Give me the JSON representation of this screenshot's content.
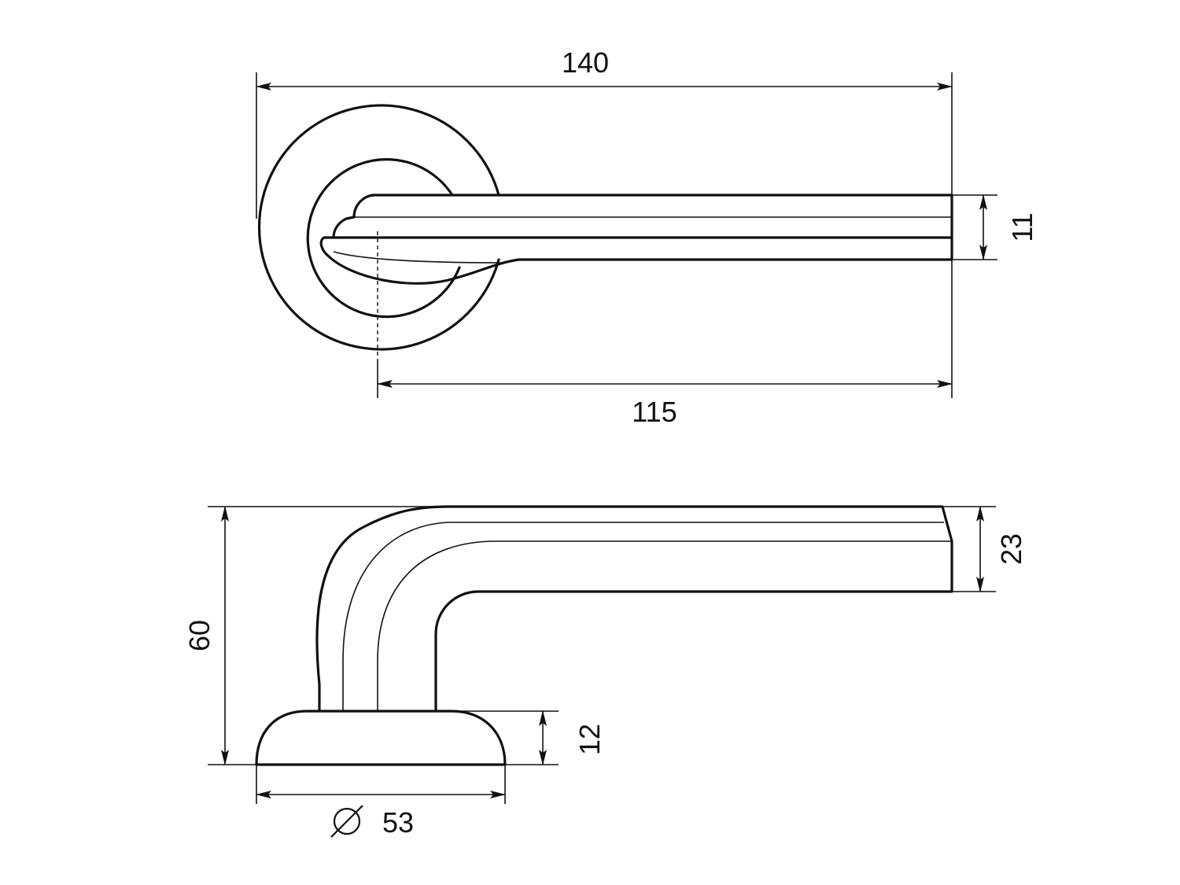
{
  "top_view": {
    "overall_length": "140",
    "handle_thickness": "11",
    "projection_length": "115"
  },
  "side_view": {
    "overall_height": "60",
    "handle_height": "23",
    "rose_height": "12",
    "rose_diameter_symbol": "∅",
    "rose_diameter": "53"
  }
}
